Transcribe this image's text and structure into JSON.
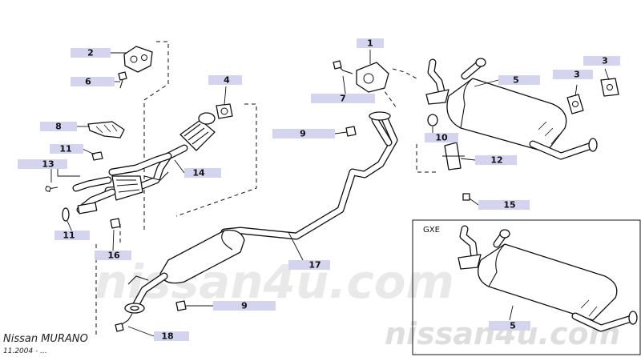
{
  "footer": {
    "model": "Nissan MURANO",
    "date": "11.2004 - ..."
  },
  "watermark": {
    "center": "nissan4u.com",
    "corner": "nissan4u.com"
  },
  "inset": {
    "variant": "GXE"
  },
  "callouts": {
    "c1": "1",
    "c2": "2",
    "c3a": "3",
    "c3b": "3",
    "c4": "4",
    "c5a": "5",
    "c5b": "5",
    "c6": "6",
    "c7": "7",
    "c8": "8",
    "c9a": "9",
    "c9b": "9",
    "c10": "10",
    "c11a": "11",
    "c11b": "11",
    "c12": "12",
    "c13": "13",
    "c14": "14",
    "c15": "15",
    "c16": "16",
    "c17": "17",
    "c18": "18"
  }
}
